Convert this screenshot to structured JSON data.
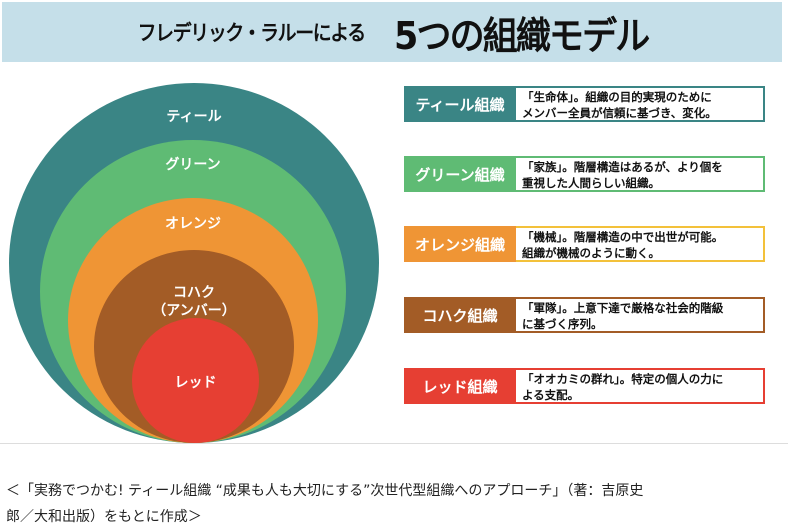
{
  "header": {
    "title_prefix": "フレデリック・ラルーによる",
    "title_main": "5つの組織モデル",
    "background": "#c5dfe9"
  },
  "diagram": {
    "circles": [
      {
        "key": "teal",
        "label_lines": [
          "ティール"
        ],
        "color": "#3a8585"
      },
      {
        "key": "green",
        "label_lines": [
          "グリーン"
        ],
        "color": "#5fbb74"
      },
      {
        "key": "orange",
        "label_lines": [
          "オレンジ"
        ],
        "color": "#ef9535"
      },
      {
        "key": "amber",
        "label_lines": [
          "コハク",
          "（アンバー）"
        ],
        "color": "#a35c26"
      },
      {
        "key": "red",
        "label_lines": [
          "レッド"
        ],
        "color": "#e63f33"
      }
    ]
  },
  "models": [
    {
      "label": "ティール組織",
      "color": "#3a8585",
      "border": "#3a8585",
      "lines": [
        "「生命体」。組織の目的実現のために",
        "メンバー全員が信頼に基づき、変化。"
      ]
    },
    {
      "label": "グリーン組織",
      "color": "#5fbb74",
      "border": "#5fbb74",
      "lines": [
        "「家族」。階層構造はあるが、より個を",
        "重視した人間らしい組織。"
      ]
    },
    {
      "label": "オレンジ組織",
      "color": "#ef9535",
      "border": "#f3c13a",
      "lines": [
        "「機械」。階層構造の中で出世が可能。",
        "組織が機械のように動く。"
      ]
    },
    {
      "label": "コハク組織",
      "color": "#a35c26",
      "border": "#a35c26",
      "lines": [
        "「軍隊」。上意下達で厳格な社会的階級",
        "に基づく序列。"
      ]
    },
    {
      "label": "レッド組織",
      "color": "#e63f33",
      "border": "#e63f33",
      "lines": [
        "「オオカミの群れ」。特定の個人の力に",
        "よる支配。"
      ]
    }
  ],
  "caption": {
    "line1": "＜「実務でつかむ! ティール組織 “成果も人も大切にする”次世代型組織へのアプローチ」（著：吉原史",
    "line2": "郎／大和出版）をもとに作成＞"
  }
}
